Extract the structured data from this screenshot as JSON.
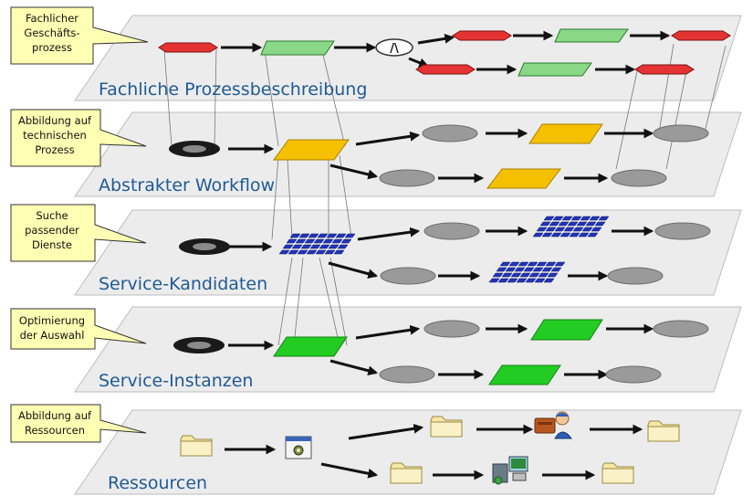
{
  "layers": [
    {
      "name": "Fachliche Prozessbeschreibung",
      "callout": [
        "Fachlicher",
        "Geschäfts-",
        "prozess"
      ]
    },
    {
      "name": "Abstrakter Workflow",
      "callout": [
        "Abbildung auf",
        "technischen",
        "Prozess"
      ]
    },
    {
      "name": "Service-Kandidaten",
      "callout": [
        "Suche",
        "passender",
        "Dienste"
      ]
    },
    {
      "name": "Service-Instanzen",
      "callout": [
        "Optimierung",
        "der Auswahl"
      ]
    },
    {
      "name": "Ressourcen",
      "callout": [
        "Abbildung auf",
        "Ressourcen"
      ]
    }
  ],
  "xor_gateway_symbol": "/\\",
  "colors": {
    "plane": "#ececec",
    "plane_edge": "#bdbdbd",
    "label": "#1f5a96",
    "callout": "#ffffb4",
    "event": "#e53333",
    "activity_business": "#88d888",
    "activity_abstract": "#f5c000",
    "service_candidate": "#2233bb",
    "service_instance": "#22cc22",
    "node_grey": "#9a9a9a",
    "start_node": "#1a1a1a",
    "folder": "#f6e7a4"
  },
  "icons": [
    "folder-icon",
    "gear-window-icon",
    "worker-icon",
    "server-icon"
  ]
}
